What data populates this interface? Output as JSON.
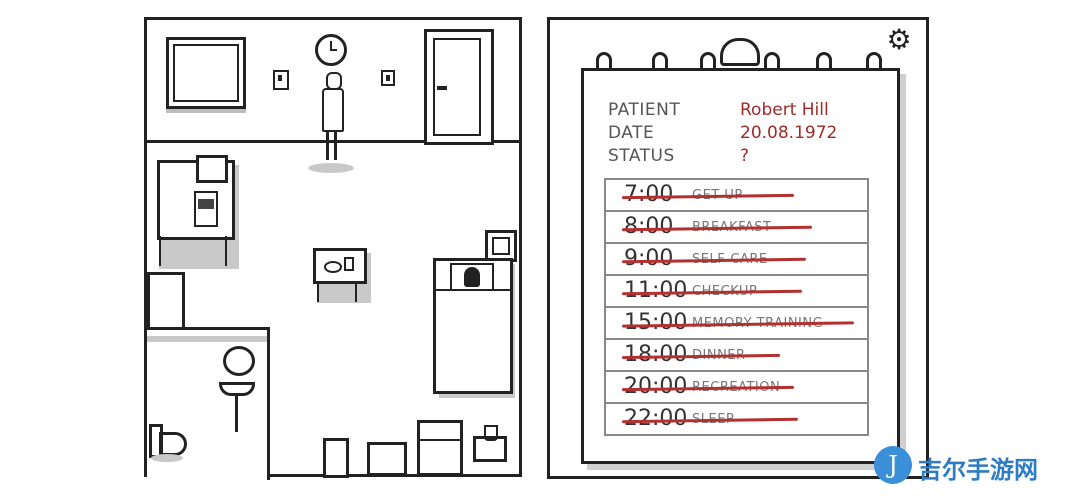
{
  "chart_page": false,
  "patient_card": {
    "patient_label": "PATIENT",
    "patient_value": "Robert Hill",
    "date_label": "DATE",
    "date_value": "20.08.1972",
    "status_label": "STATUS",
    "status_value": "?"
  },
  "schedule": [
    {
      "time": "7:00",
      "task": "GET UP"
    },
    {
      "time": "8:00",
      "task": "BREAKFAST"
    },
    {
      "time": "9:00",
      "task": "SELF-CARE"
    },
    {
      "time": "11:00",
      "task": "CHECKUP"
    },
    {
      "time": "15:00",
      "task": "MEMORY TRAINING"
    },
    {
      "time": "18:00",
      "task": "DINNER"
    },
    {
      "time": "20:00",
      "task": "RECREATION"
    },
    {
      "time": "22:00",
      "task": "SLEEP"
    }
  ],
  "icons": {
    "settings": "gear-icon",
    "watermark_logo": "J-logo"
  },
  "watermark": {
    "logo_char": "J",
    "text": "吉尔手游网"
  },
  "colors": {
    "ink": "#222222",
    "strike": "#b33030",
    "value_red": "#9e2a2a",
    "watermark": "#2f7cc4"
  }
}
